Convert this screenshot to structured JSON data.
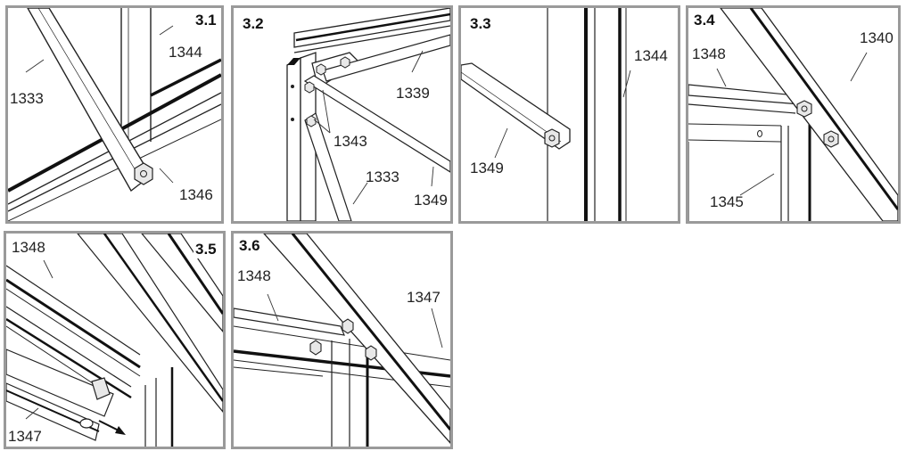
{
  "colors": {
    "frame": "#9a9a9a",
    "line": "#222222",
    "dark_bar": "#111111",
    "bolt_fill": "#e8e8e8"
  },
  "panels": [
    {
      "step": "3.1",
      "labels": [
        "1344",
        "1333",
        "1346"
      ]
    },
    {
      "step": "3.2",
      "labels": [
        "1339",
        "1343",
        "1333",
        "1349"
      ]
    },
    {
      "step": "3.3",
      "labels": [
        "1344",
        "1349"
      ]
    },
    {
      "step": "3.4",
      "labels": [
        "1348",
        "1340",
        "1345"
      ]
    },
    {
      "step": "3.5",
      "labels": [
        "1348",
        "1347"
      ]
    },
    {
      "step": "3.6",
      "labels": [
        "1348",
        "1347"
      ]
    }
  ]
}
